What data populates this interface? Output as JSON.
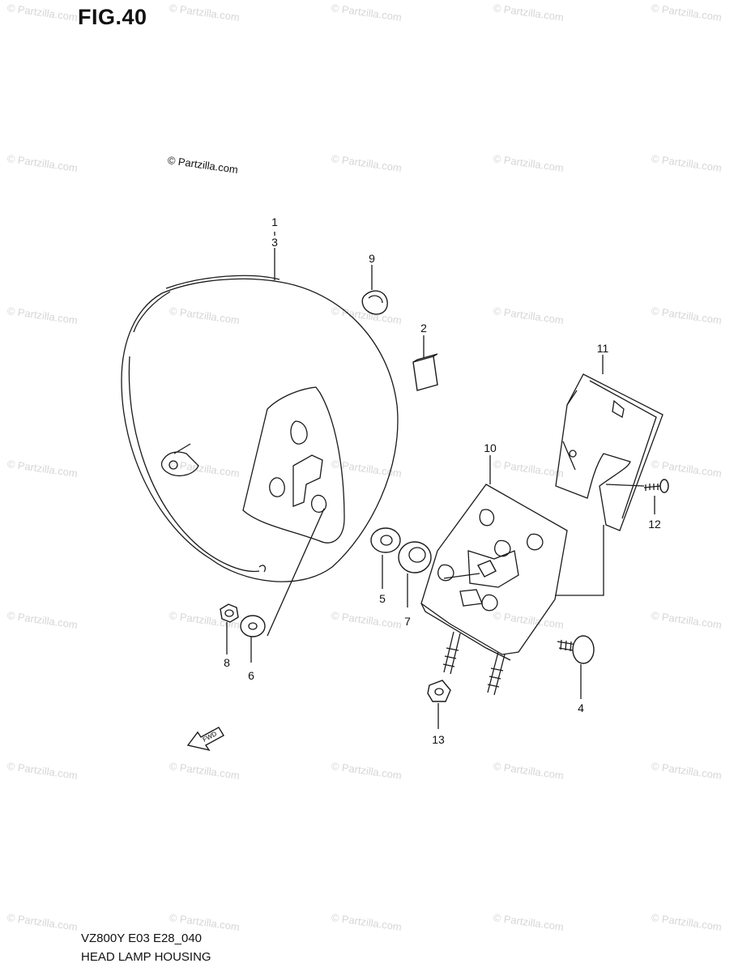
{
  "header": {
    "fig_label": "FIG.40"
  },
  "copyright": "© Partzilla.com",
  "watermark": "© Partzilla.com",
  "callouts": {
    "c1": "1",
    "c3": "3",
    "c2": "2",
    "c4": "4",
    "c5": "5",
    "c6": "6",
    "c7": "7",
    "c8": "8",
    "c9": "9",
    "c10": "10",
    "c11": "11",
    "c12": "12",
    "c13": "13"
  },
  "fwd_label": "FWD",
  "footer": {
    "model": "VZ800Y E03 E28_040",
    "title": "HEAD LAMP HOUSING"
  },
  "colors": {
    "ink": "#1a1a1a",
    "watermark": "#d6d6d6",
    "paper": "#ffffff"
  }
}
